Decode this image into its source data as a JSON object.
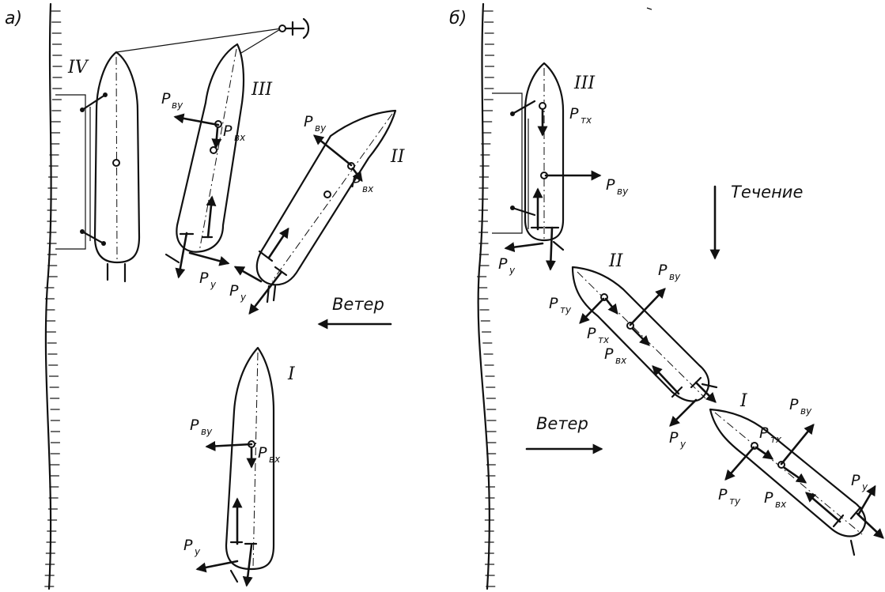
{
  "panels": [
    {
      "label": "а)"
    },
    {
      "label": "б)"
    }
  ],
  "ships": {
    "a_I": "I",
    "a_II": "II",
    "a_III": "III",
    "a_IV": "IV",
    "b_I": "I",
    "b_II": "II",
    "b_III": "III"
  },
  "labels": {
    "P": "P",
    "vu": "ву",
    "vx": "вх",
    "y": "у",
    "tx": "тх",
    "tu": "ту"
  },
  "words": {
    "wind": "Ветер",
    "current": "Течение"
  }
}
